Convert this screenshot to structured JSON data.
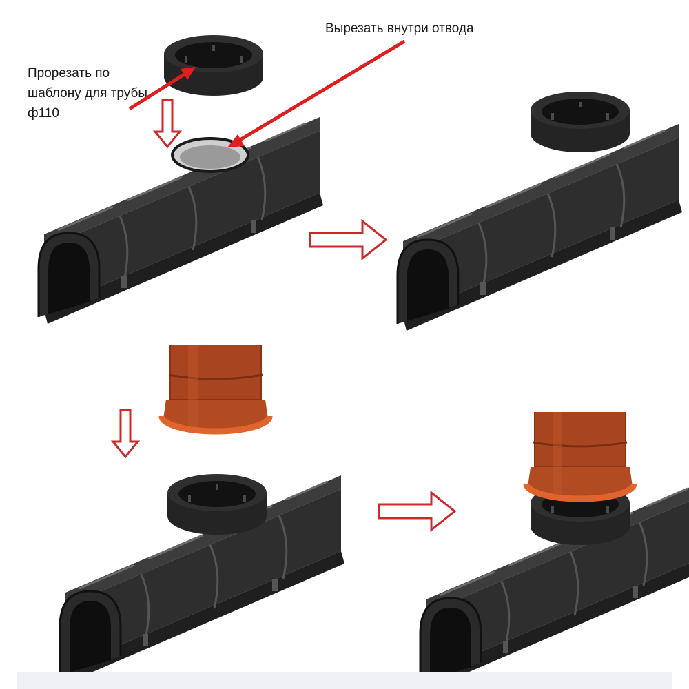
{
  "labels": {
    "cut_by_template": "Прорезать по шаблону для трубы ф110",
    "cut_inside_outlet": "Вырезать внутри отвода"
  },
  "colors": {
    "channel": "#2e2e2e",
    "channel_dark": "#1f1f1f",
    "channel_light": "#4a4a4a",
    "pipe": "#a8441f",
    "pipe_light": "#c4582c",
    "pipe_ring": "#e0642b",
    "arrow_red": "#e01e1e",
    "outline_arrow": "#cc2a2a"
  },
  "icons": [
    "down-outline-arrow",
    "right-outline-arrow",
    "red-pointer-arrow"
  ]
}
